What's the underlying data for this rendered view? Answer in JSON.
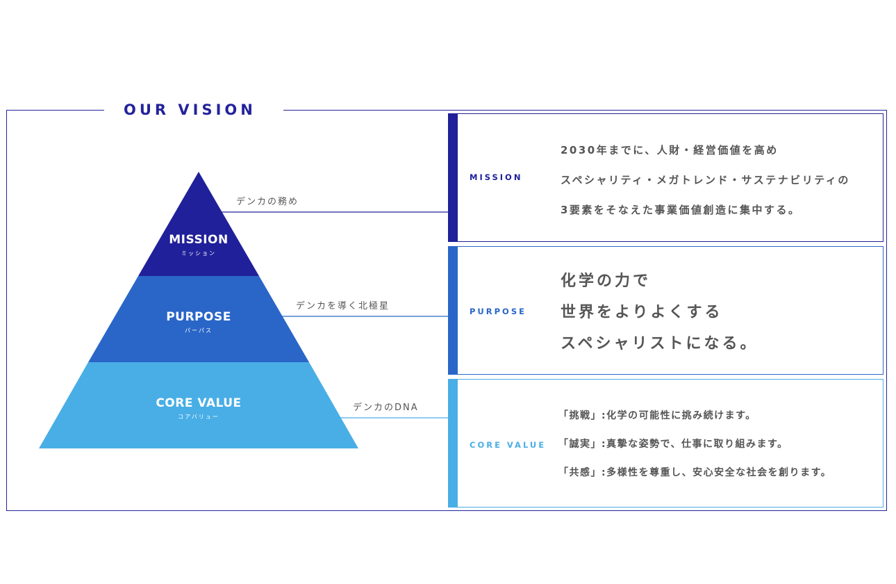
{
  "title": "OUR VISION",
  "colors": {
    "frame": "#23239c",
    "mission": "#20209a",
    "purpose": "#2a66c8",
    "core": "#49aee6"
  },
  "pyramid": {
    "mission": {
      "en": "MISSION",
      "jp": "ミッション",
      "tag": "デンカの務め"
    },
    "purpose": {
      "en": "PURPOSE",
      "jp": "パーパス",
      "tag": "デンカを導く北極星"
    },
    "core": {
      "en": "CORE VALUE",
      "jp": "コアバリュー",
      "tag": "デンカのDNA"
    }
  },
  "boxes": {
    "mission": {
      "label": "MISSION",
      "lines": [
        "2030年までに、人財・経営価値を高め",
        "スペシャリティ・メガトレンド・サステナビリティの",
        "3要素をそなえた事業価値創造に集中する。"
      ]
    },
    "purpose": {
      "label": "PURPOSE",
      "lines": [
        "化学の力で",
        "世界をよりよくする",
        "スペシャリストになる。"
      ]
    },
    "core": {
      "label": "CORE VALUE",
      "lines": [
        "「挑戦」:化学の可能性に挑み続けます。",
        "「誠実」:真摯な姿勢で、仕事に取り組みます。",
        "「共感」:多様性を尊重し、安心安全な社会を創ります。"
      ]
    }
  }
}
